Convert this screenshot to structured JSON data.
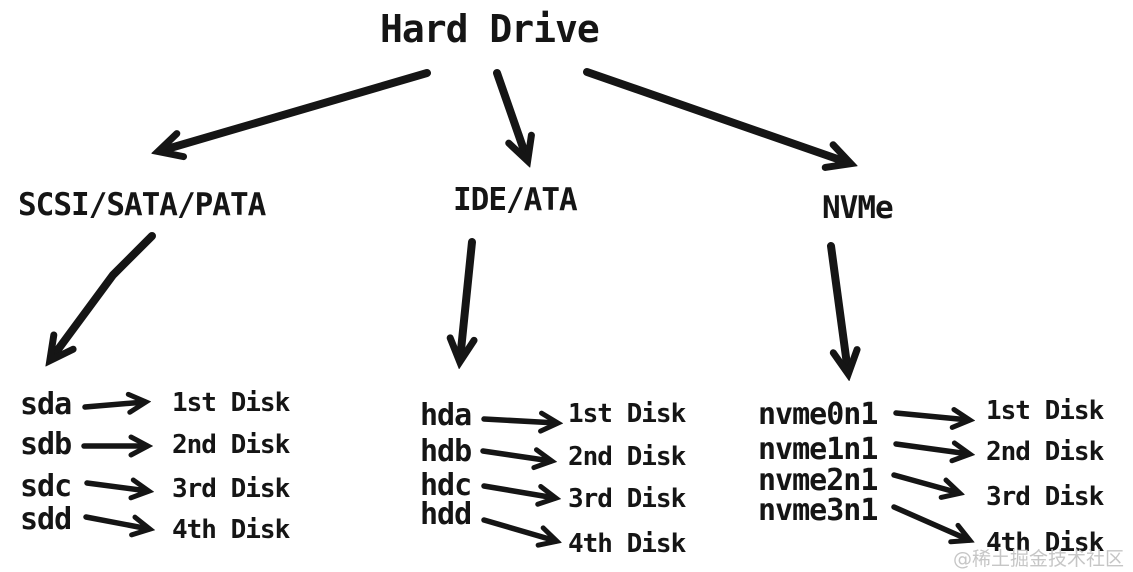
{
  "title": "Hard Drive",
  "watermark": "@稀土掘金技术社区",
  "colors": {
    "ink": "#151515",
    "watermark": "#c6c6c6",
    "background": "#ffffff"
  },
  "diagram": {
    "type": "tree",
    "root": "Hard Drive",
    "branches": [
      {
        "label": "SCSI/SATA/PATA",
        "devices": [
          "sda",
          "sdb",
          "sdc",
          "sdd"
        ],
        "disks": [
          "1st Disk",
          "2nd Disk",
          "3rd Disk",
          "4th Disk"
        ]
      },
      {
        "label": "IDE/ATA",
        "devices": [
          "hda",
          "hdb",
          "hdc",
          "hdd"
        ],
        "disks": [
          "1st Disk",
          "2nd Disk",
          "3rd Disk",
          "4th Disk"
        ]
      },
      {
        "label": "NVMe",
        "devices": [
          "nvme0n1",
          "nvme1n1",
          "nvme2n1",
          "nvme3n1"
        ],
        "disks": [
          "1st Disk",
          "2nd Disk",
          "3rd Disk",
          "4th Disk"
        ]
      }
    ]
  }
}
